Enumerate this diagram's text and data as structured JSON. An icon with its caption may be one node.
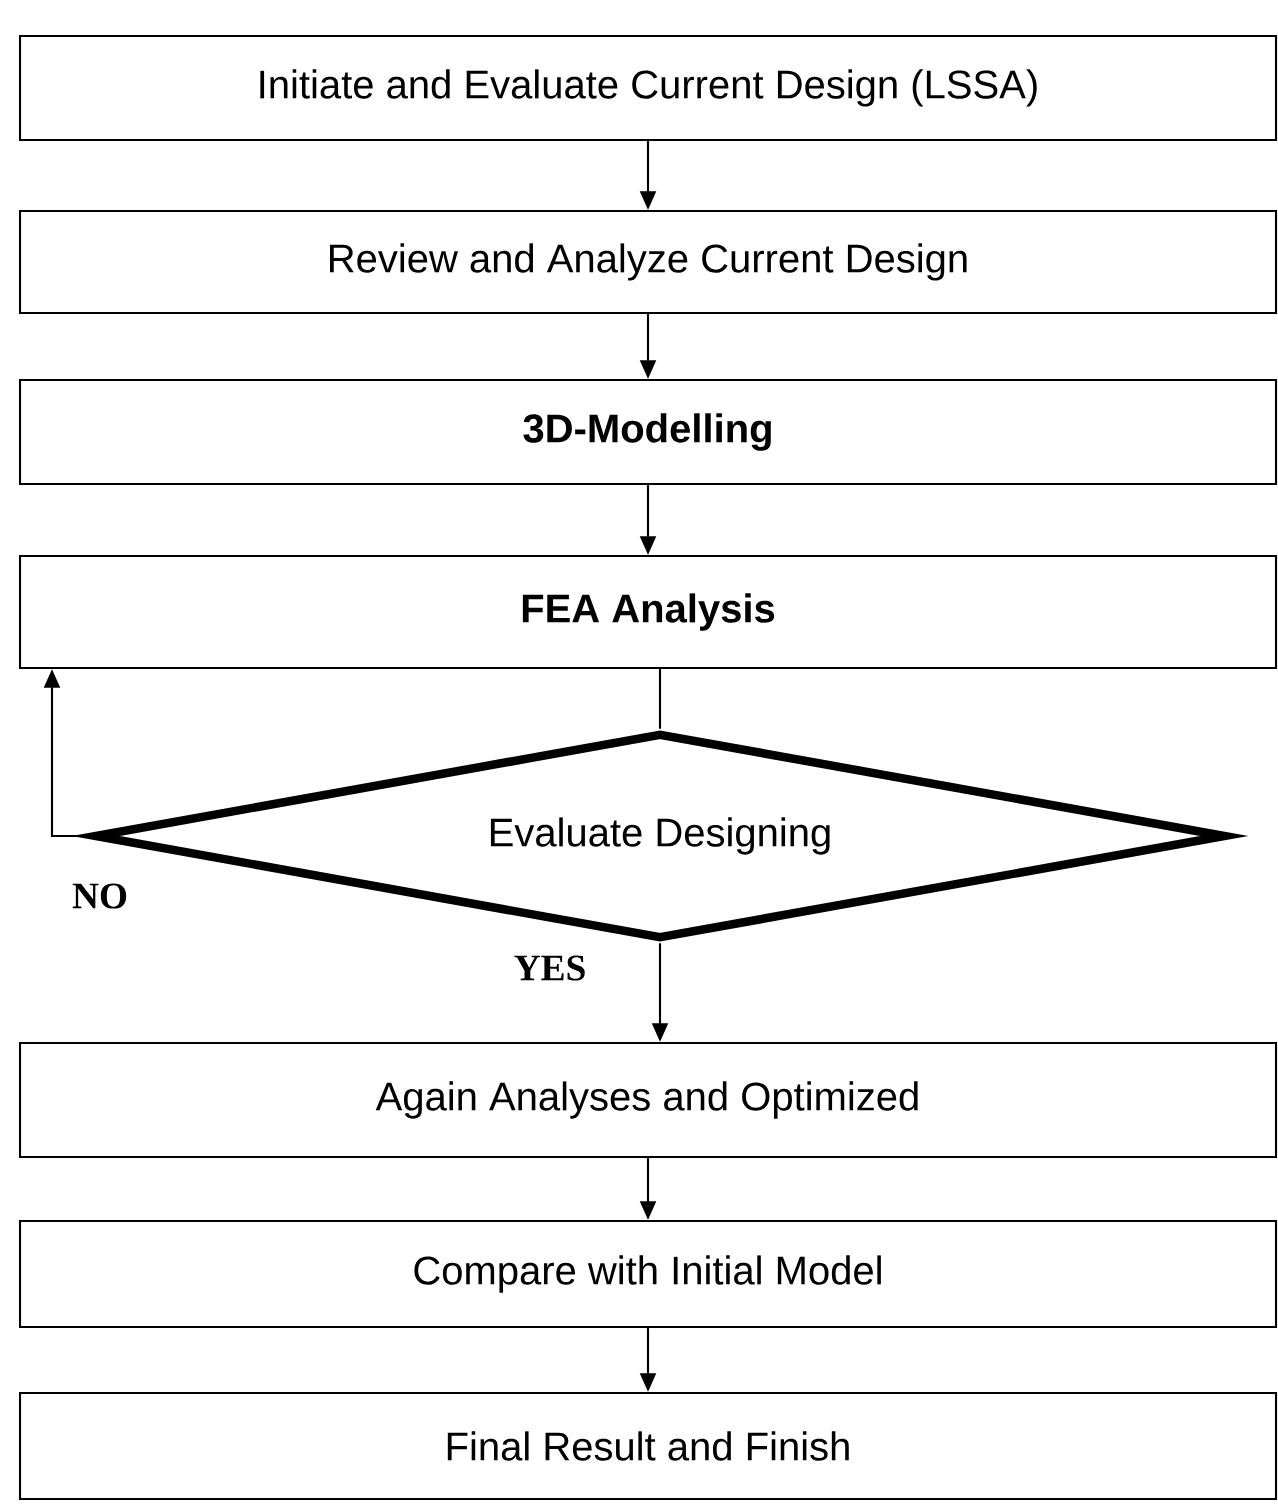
{
  "diagram": {
    "nodes": [
      {
        "text": [
          "Initiate and Evaluate Current Design (LSSA)"
        ]
      },
      {
        "text": [
          "Review and Analyze Current Design"
        ]
      },
      {
        "text": [
          "3D-Modelling"
        ]
      },
      {
        "text": [
          "FEA Analysis"
        ]
      },
      {
        "text": [
          "Evaluate Designing"
        ]
      },
      {
        "text": [
          "Again Analyses and Optimized"
        ]
      },
      {
        "text": [
          "Compare with Initial Model"
        ]
      },
      {
        "text": [
          "Final Result and Finish"
        ]
      }
    ],
    "edges": [
      {
        "from": 0,
        "to": 1,
        "arrow": "to"
      },
      {
        "from": 1,
        "to": 2,
        "arrow": "to"
      },
      {
        "from": 2,
        "to": 3,
        "arrow": "to"
      },
      {
        "from": 3,
        "to": 4,
        "arrow": "none"
      },
      {
        "from": 4,
        "to": 3,
        "arrow": "to",
        "label": "NO"
      },
      {
        "from": 4,
        "to": 5,
        "arrow": "to",
        "label": "YES"
      },
      {
        "from": 5,
        "to": 6,
        "arrow": "to"
      },
      {
        "from": 6,
        "to": 7,
        "arrow": "to"
      }
    ]
  }
}
